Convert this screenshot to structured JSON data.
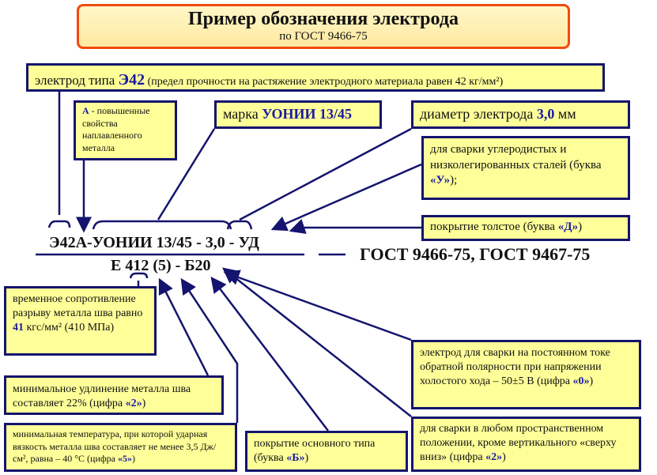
{
  "title": {
    "main": "Пример обозначения электрода",
    "sub": "по ГОСТ 9466-75"
  },
  "type_box": {
    "pre": "электрод типа ",
    "code": "Э42",
    "post": " (предел прочности на растяжение электродного материала равен 42 кг/мм²)"
  },
  "a_box": {
    "code": "А",
    "text": " - повышенные свойства наплавленного металла"
  },
  "brand_box": {
    "pre": "марка ",
    "code": "УОНИИ 13/45"
  },
  "diam_box": {
    "pre": "диаметр электрода ",
    "code": "3,0",
    "post": " мм"
  },
  "steel_box": {
    "pre": "для сварки углеродистых и низколегированных сталей (буква ",
    "code": "«У»",
    "post": ");"
  },
  "coat_box": {
    "pre": "покрытие толстое (буква ",
    "code": "«Д»",
    "post": ")"
  },
  "formula": {
    "top": "Э42А-УОНИИ 13/45 - 3,0 - УД",
    "bottom": "Е 412 (5) - Б20",
    "dash": "—",
    "gost": "ГОСТ 9466-75, ГОСТ 9467-75"
  },
  "strength_box": {
    "pre": "временное сопротивление разрыву металла шва равно ",
    "code": "41",
    "post": " кгс/мм² (410 МПа)"
  },
  "elong_box": {
    "pre": "минимальное удлинение металла шва составляет 22% (цифра ",
    "code": "«2»",
    "post": ")"
  },
  "temp_box": {
    "pre": "минимальная температура, при которой ударная вязкость металла шва составляет не менее 3,5 Дж/см², равна – 40 °С (цифра ",
    "code": "«5»",
    "post": ")"
  },
  "basic_box": {
    "pre": "покрытие основного типа (буква ",
    "code": "«Б»",
    "post": ")"
  },
  "dc_box": {
    "pre": "электрод для сварки на постоянном токе обратной полярности при напряжении холостого хода – 50±5 В (цифра ",
    "code": "«0»",
    "post": ")"
  },
  "pos_box": {
    "pre": "для сварки в любом пространственном положении, кроме вертикального «сверху вниз» (цифра ",
    "code": "«2»",
    "post": ")"
  }
}
